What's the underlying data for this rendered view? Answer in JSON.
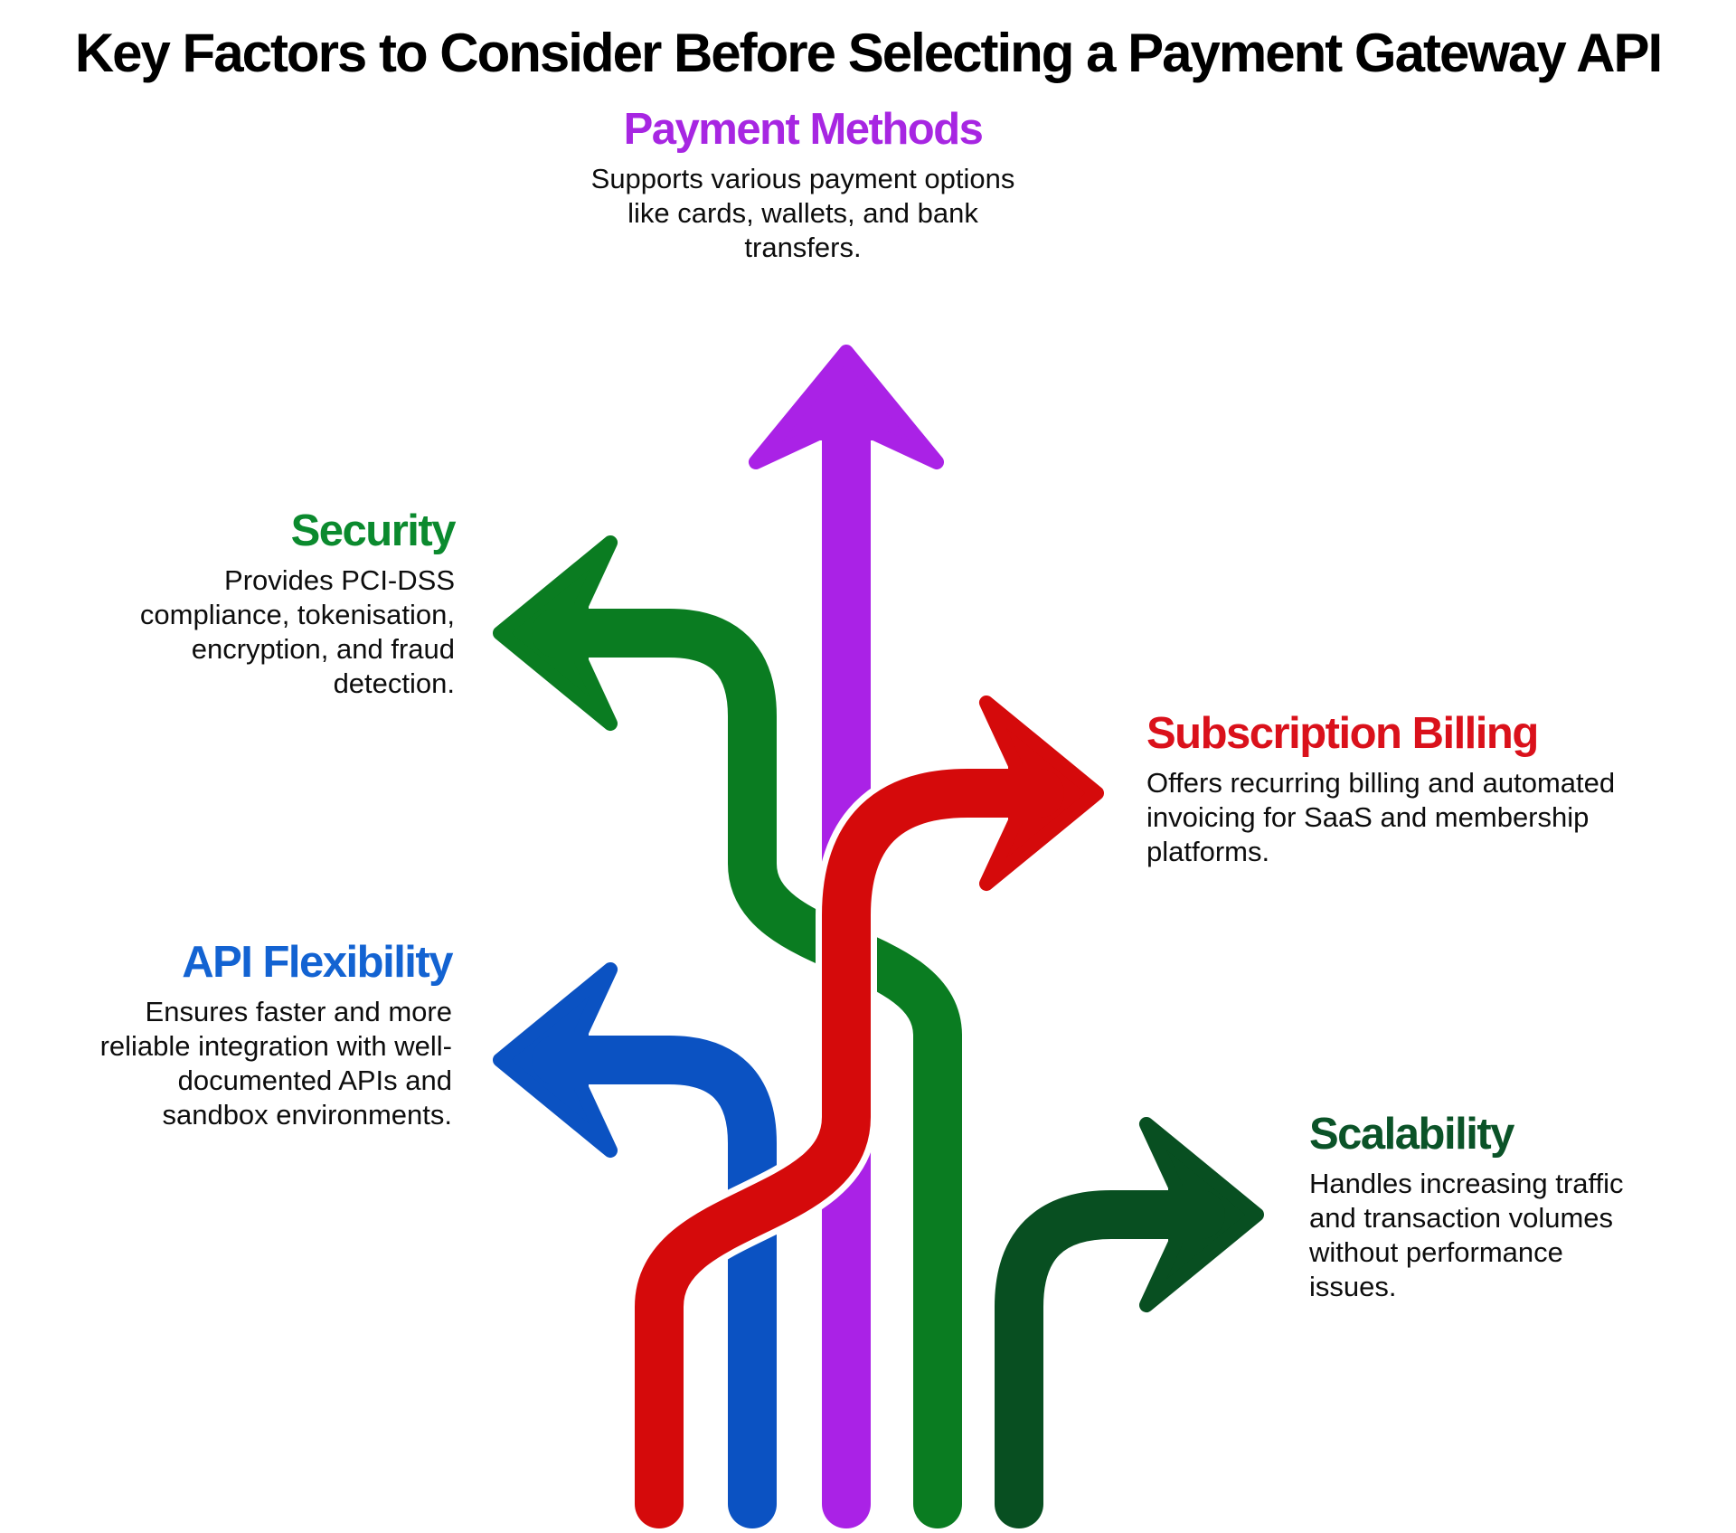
{
  "page": {
    "title": "Key Factors to Consider Before Selecting a Payment Gateway API",
    "background_color": "#ffffff",
    "text_color": "#0d0d0d"
  },
  "factors": [
    {
      "id": "payment-methods",
      "title": "Payment Methods",
      "description": "Supports various payment options\nlike cards, wallets, and bank\ntransfers.",
      "title_color": "#a726e2",
      "arrow_color": "#aa22e6",
      "arrow_direction": "up"
    },
    {
      "id": "security",
      "title": "Security",
      "description": "Provides PCI-DSS\ncompliance, tokenisation,\nencryption, and fraud\ndetection.",
      "title_color": "#0b8a2e",
      "arrow_color": "#0a7c21",
      "arrow_direction": "left"
    },
    {
      "id": "subscription-billing",
      "title": "Subscription Billing",
      "description": "Offers recurring billing and automated\ninvoicing for SaaS and membership\nplatforms.",
      "title_color": "#da111b",
      "arrow_color": "#d50a0b",
      "arrow_direction": "right"
    },
    {
      "id": "api-flexibility",
      "title": "API Flexibility",
      "description": "Ensures faster and more\nreliable integration with well-\ndocumented APIs and\nsandbox environments.",
      "title_color": "#1363d2",
      "arrow_color": "#0b52c2",
      "arrow_direction": "left"
    },
    {
      "id": "scalability",
      "title": "Scalability",
      "description": "Handles increasing traffic\nand transaction volumes\nwithout performance\nissues.",
      "title_color": "#0b5328",
      "arrow_color": "#084f21",
      "arrow_direction": "right"
    }
  ]
}
